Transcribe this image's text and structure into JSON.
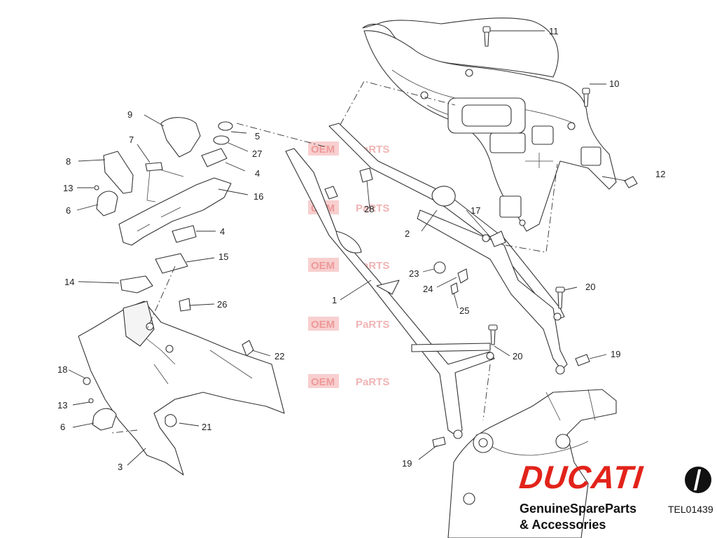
{
  "callouts": [
    "11",
    "10",
    "9",
    "5",
    "27",
    "4",
    "7",
    "16",
    "8",
    "13",
    "6",
    "28",
    "2",
    "17",
    "4",
    "15",
    "23",
    "24",
    "25",
    "14",
    "20",
    "1",
    "26",
    "22",
    "20",
    "19",
    "18",
    "13",
    "6",
    "21",
    "19",
    "3",
    "12"
  ],
  "watermark": {
    "left": "OEM",
    "right": "PaRTS"
  },
  "brand": {
    "logo_word": "DUCATI",
    "tagline_line1": "GenuineSpareParts",
    "tagline_line2": "& Accessories",
    "drawing_code": "TEL01439"
  },
  "colors": {
    "brand_red": "#e2231a",
    "line": "#333333",
    "watermark": "#e05858"
  }
}
